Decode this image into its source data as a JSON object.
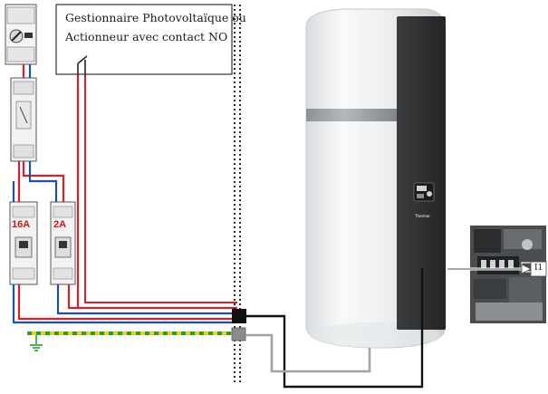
{
  "pv_manager": {
    "line1": "Gestionnaire Photovoltaïque ou",
    "line2": "Actionneur avec contact NO"
  },
  "breakers": {
    "left_rating": "16A",
    "right_rating": "2A"
  },
  "heater": {
    "brand": "Thermor"
  },
  "connector": {
    "input_label": "I1"
  },
  "colors": {
    "phase": "#d8202a",
    "neutral": "#1f4fa8",
    "earth_green": "#2e9b3a",
    "earth_yellow": "#e8d21c",
    "signal": "#111111",
    "grey_cable": "#9a9a9a",
    "heater_body": "#eef0f1",
    "heater_panel": "#2f3133"
  }
}
